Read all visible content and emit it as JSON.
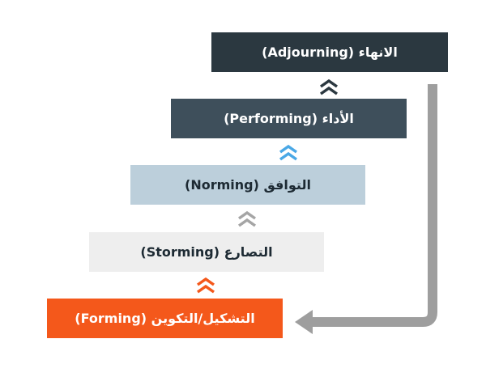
{
  "stages": [
    {
      "id": "adjourning",
      "label": "الانهاء (Adjourning)",
      "color": "#2b3840"
    },
    {
      "id": "performing",
      "label": "الأداء (Performing)",
      "color": "#3e4f5b"
    },
    {
      "id": "norming",
      "label": "التوافق (Norming)",
      "color": "#bccfdb"
    },
    {
      "id": "storming",
      "label": "التصارع (Storming)",
      "color": "#eeeeee"
    },
    {
      "id": "forming",
      "label": "التشكيل/التكوين (Forming)",
      "color": "#f4581b"
    }
  ],
  "icons": {
    "step_chevron": "double-chevron-up-icon",
    "loop_arrow": "return-arrow-icon"
  },
  "colors": {
    "chevron_dark": "#2b3840",
    "chevron_blue": "#4aa8e6",
    "chevron_gray": "#a5a5a5",
    "chevron_orange": "#f4581b",
    "loop_arrow": "#9e9e9e"
  }
}
